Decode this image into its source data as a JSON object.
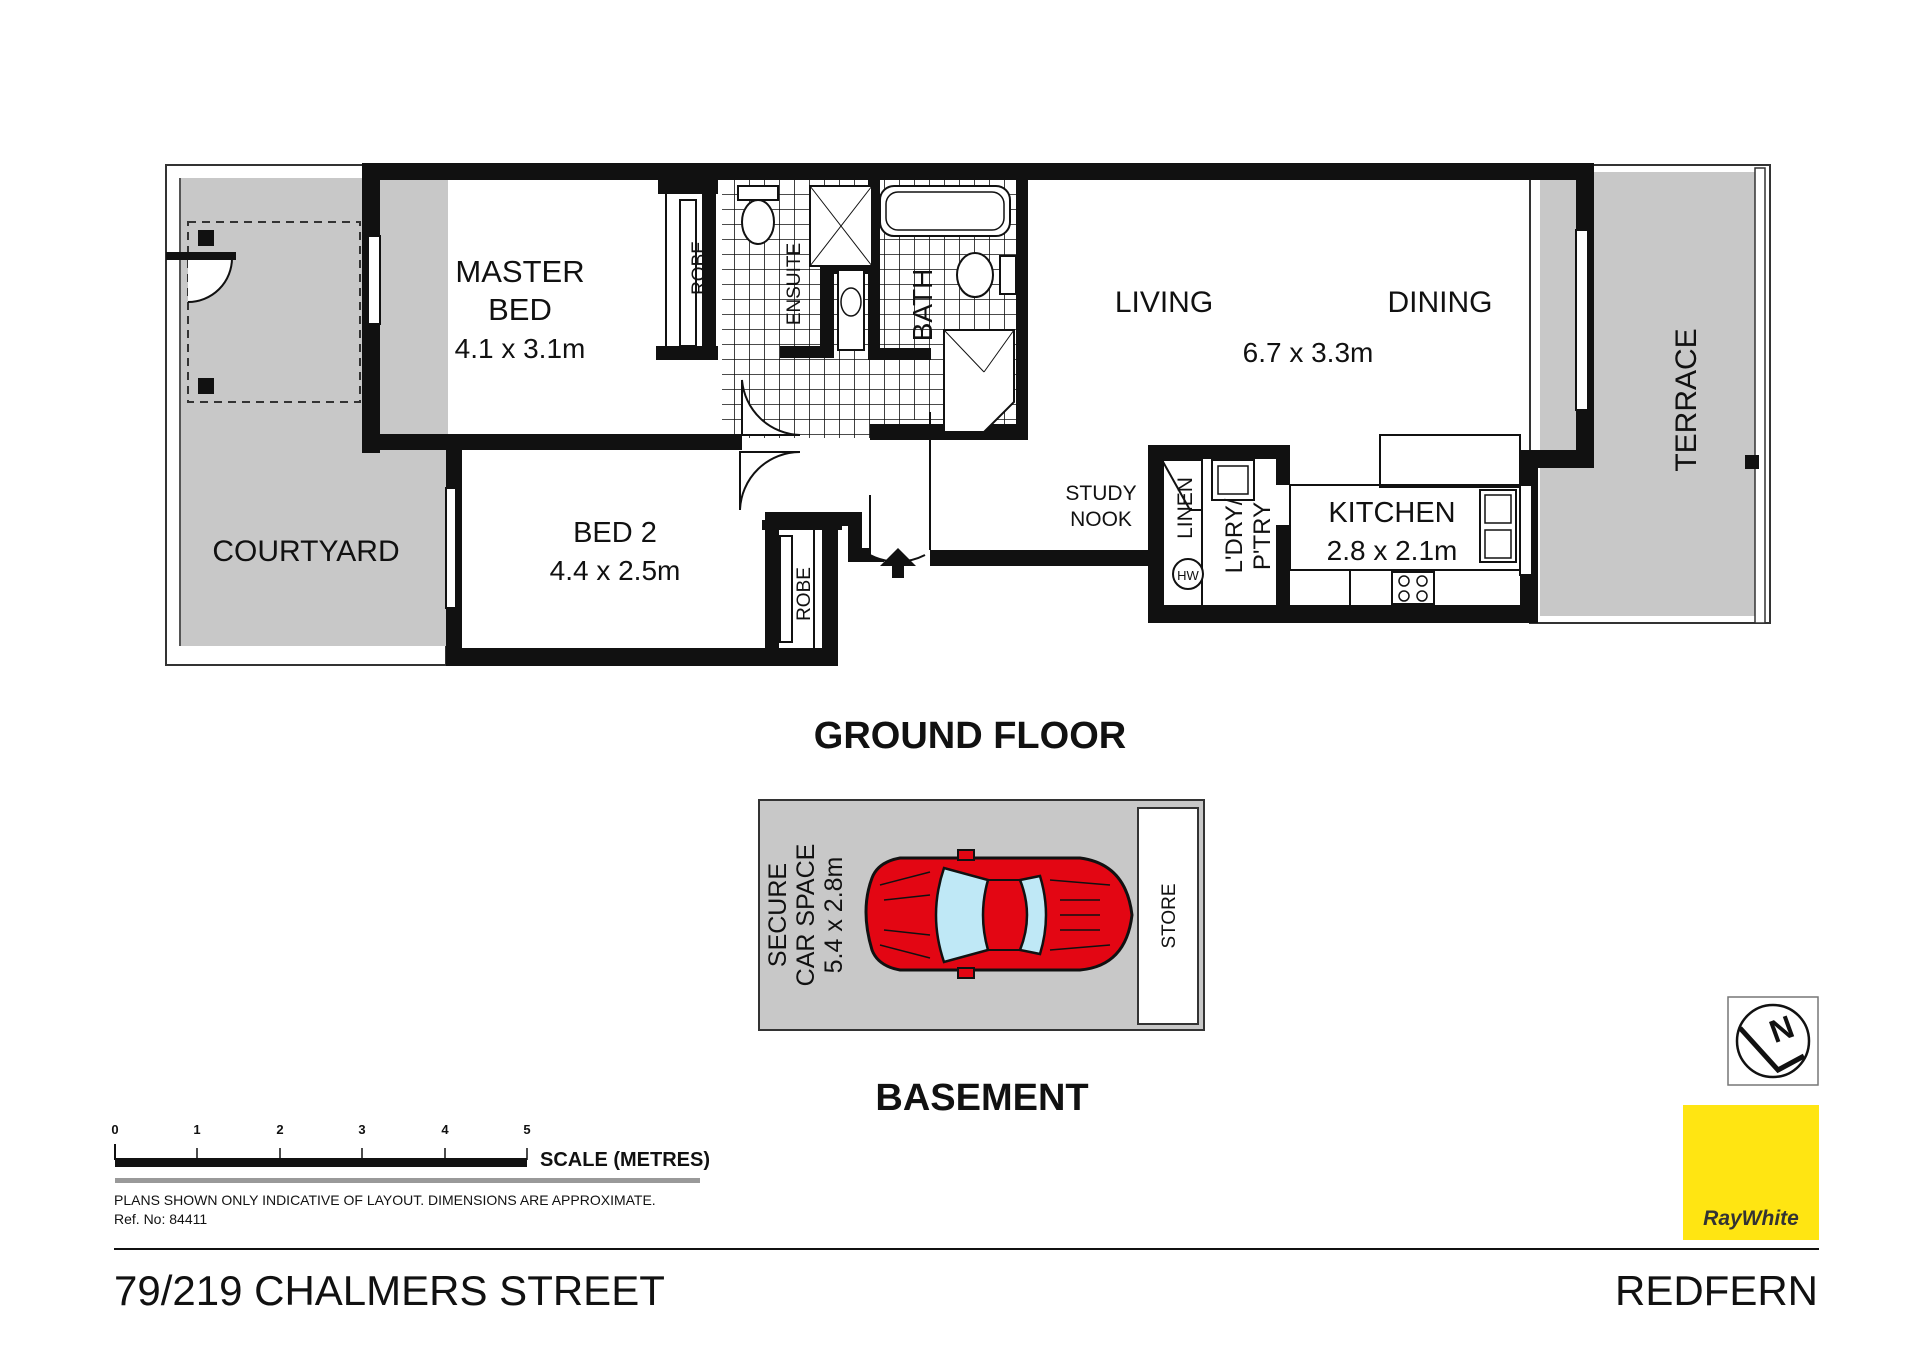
{
  "rooms": {
    "master_bed_l1": "MASTER",
    "master_bed_l2": "BED",
    "master_bed_dim": "4.1 x 3.1m",
    "bed2": "BED 2",
    "bed2_dim": "4.4 x 2.5m",
    "living": "LIVING",
    "dining": "DINING",
    "living_dining_dim": "6.7 x 3.3m",
    "kitchen": "KITCHEN",
    "kitchen_dim": "2.8 x 2.1m",
    "courtyard": "COURTYARD",
    "terrace": "TERRACE",
    "robe": "ROBE",
    "ensuite": "ENSUITE",
    "bath": "BATH",
    "study_l1": "STUDY",
    "study_l2": "NOOK",
    "linen": "LINEN",
    "ldry_l1": "L'DRY/",
    "ldry_l2": "P'TRY",
    "hw": "HW",
    "store": "STORE",
    "car_l1": "SECURE",
    "car_l2": "CAR SPACE",
    "car_dim": "5.4 x 2.8m"
  },
  "floors": {
    "ground": "GROUND FLOOR",
    "basement": "BASEMENT"
  },
  "scale": {
    "ticks": [
      "0",
      "1",
      "2",
      "3",
      "4",
      "5"
    ],
    "label": "SCALE (METRES)"
  },
  "footer": {
    "disclaimer": "PLANS SHOWN ONLY INDICATIVE OF LAYOUT.  DIMENSIONS ARE APPROXIMATE.",
    "ref": "Ref. No: 84411",
    "address": "79/219 CHALMERS STREET",
    "suburb": "REDFERN"
  },
  "brand": {
    "name": "RayWhite",
    "color": "#FFE512"
  },
  "compass": {
    "letter": "N"
  },
  "colors": {
    "outdoor_fill": "#c8c8c8",
    "car_red": "#e30613",
    "car_glass": "#bfe8f6"
  }
}
